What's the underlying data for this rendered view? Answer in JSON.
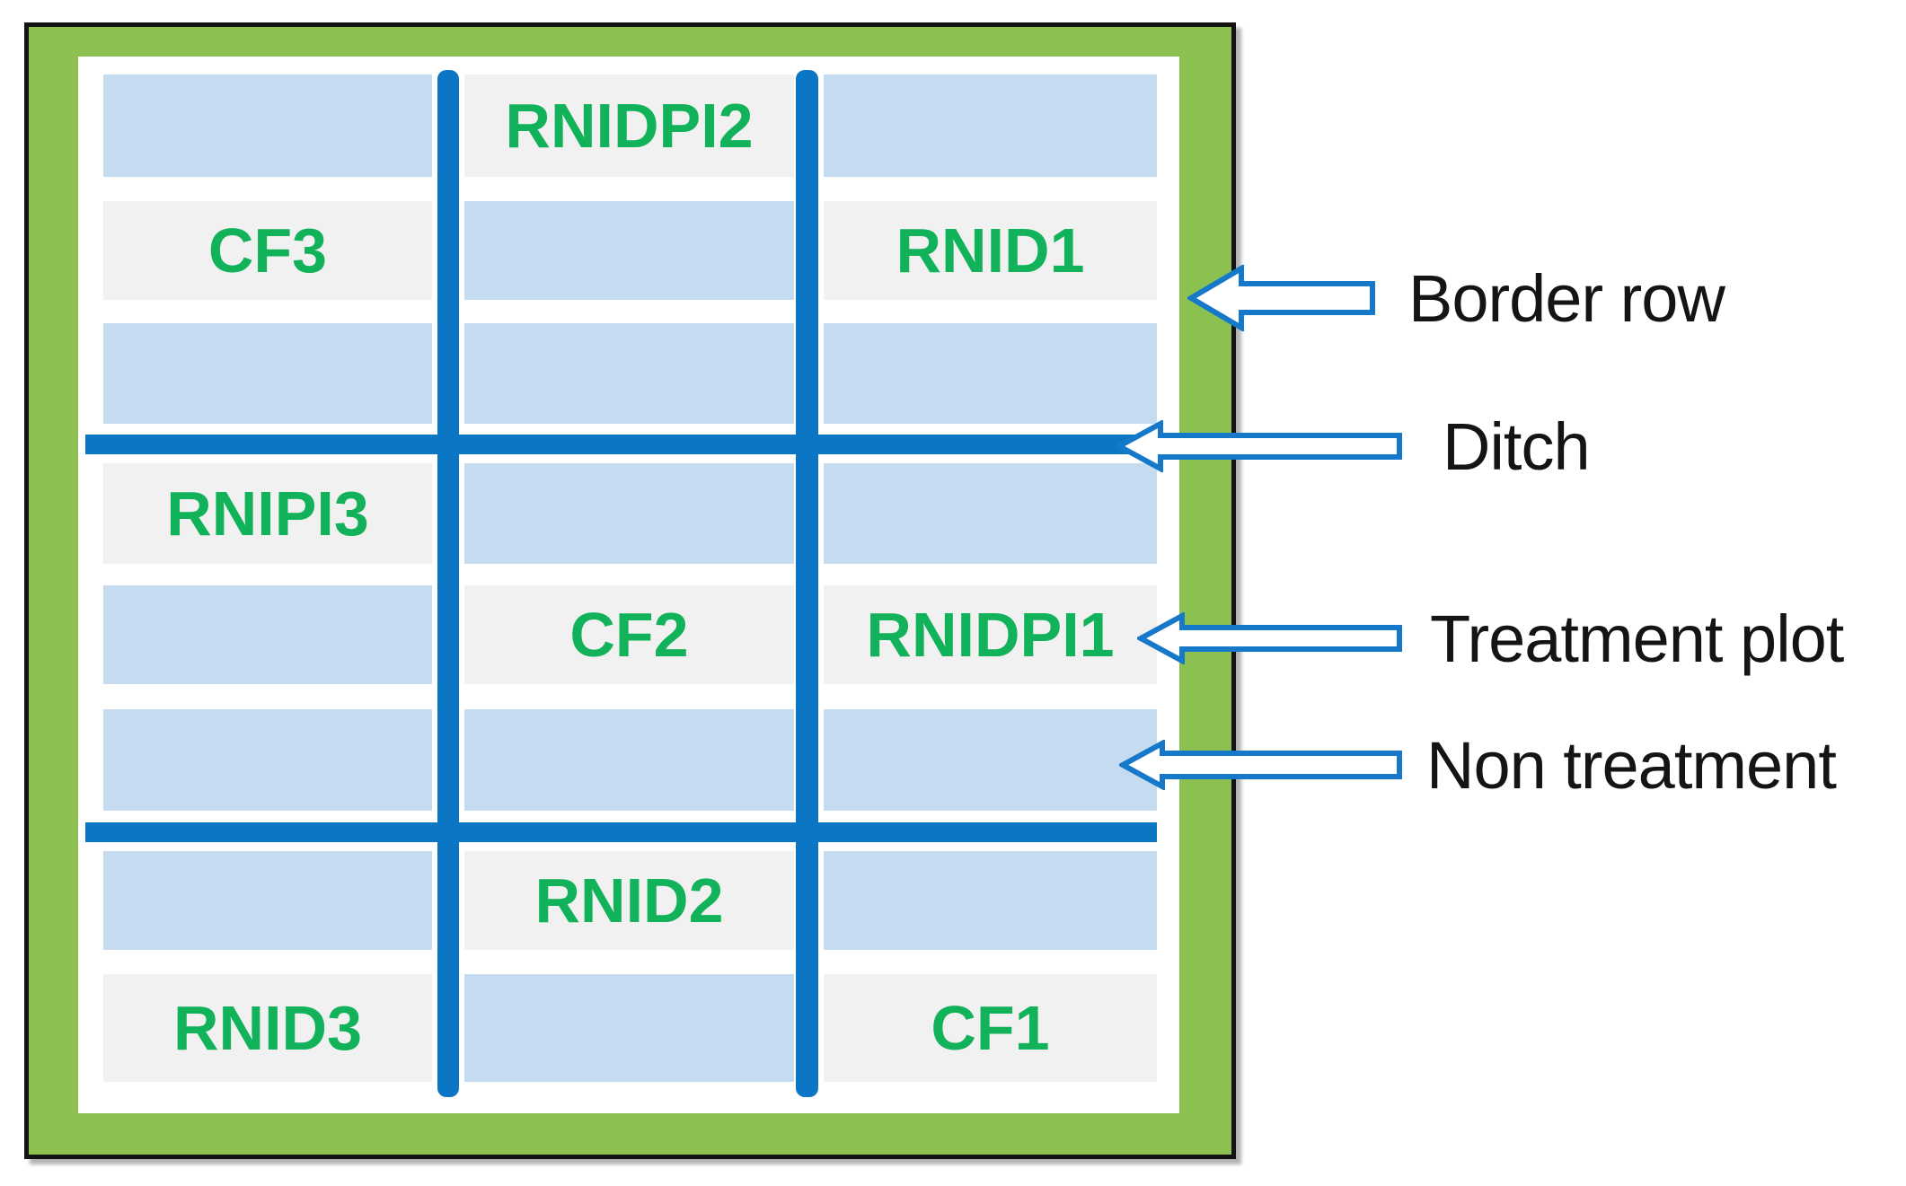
{
  "figure": {
    "name": "field-experiment-plot-layout",
    "description_visible_text_only": true
  },
  "grid": {
    "rows": [
      {
        "cells": [
          {
            "bars": [
              {
                "type": "non_treatment"
              },
              {
                "type": "treatment",
                "label": "CF3"
              },
              {
                "type": "non_treatment"
              }
            ]
          },
          {
            "bars": [
              {
                "type": "treatment",
                "label": "RNIDPI2"
              },
              {
                "type": "non_treatment"
              },
              {
                "type": "non_treatment"
              }
            ]
          },
          {
            "bars": [
              {
                "type": "non_treatment"
              },
              {
                "type": "treatment",
                "label": "RNID1"
              },
              {
                "type": "non_treatment"
              }
            ]
          }
        ]
      },
      {
        "cells": [
          {
            "bars": [
              {
                "type": "treatment",
                "label": "RNIPI3"
              },
              {
                "type": "non_treatment"
              },
              {
                "type": "non_treatment"
              }
            ]
          },
          {
            "bars": [
              {
                "type": "non_treatment"
              },
              {
                "type": "treatment",
                "label": "CF2"
              },
              {
                "type": "non_treatment"
              }
            ]
          },
          {
            "bars": [
              {
                "type": "non_treatment"
              },
              {
                "type": "treatment",
                "label": "RNIDPI1"
              },
              {
                "type": "non_treatment"
              }
            ]
          }
        ]
      },
      {
        "cells": [
          {
            "bars": [
              {
                "type": "non_treatment"
              },
              {
                "type": "treatment",
                "label": "RNID3"
              }
            ]
          },
          {
            "bars": [
              {
                "type": "treatment",
                "label": "RNID2"
              },
              {
                "type": "non_treatment"
              }
            ]
          },
          {
            "bars": [
              {
                "type": "non_treatment"
              },
              {
                "type": "treatment",
                "label": "CF1"
              }
            ]
          }
        ]
      }
    ]
  },
  "annotations": {
    "border_row": {
      "label": "Border row"
    },
    "ditch": {
      "label": "Ditch"
    },
    "treatment_plot": {
      "label": "Treatment plot"
    },
    "non_treatment": {
      "label": "Non treatment"
    }
  },
  "colors": {
    "field_border": "#131313",
    "border_row_green": "#8CC050",
    "ditch_blue": "#0B76C4",
    "non_treatment_blue": "#C4DBF0",
    "treatment_gray": "#F1F1F1",
    "plot_label_green": "#12B25B",
    "arrow_outline_blue": "#1578C8",
    "annotation_text": "#141414"
  }
}
